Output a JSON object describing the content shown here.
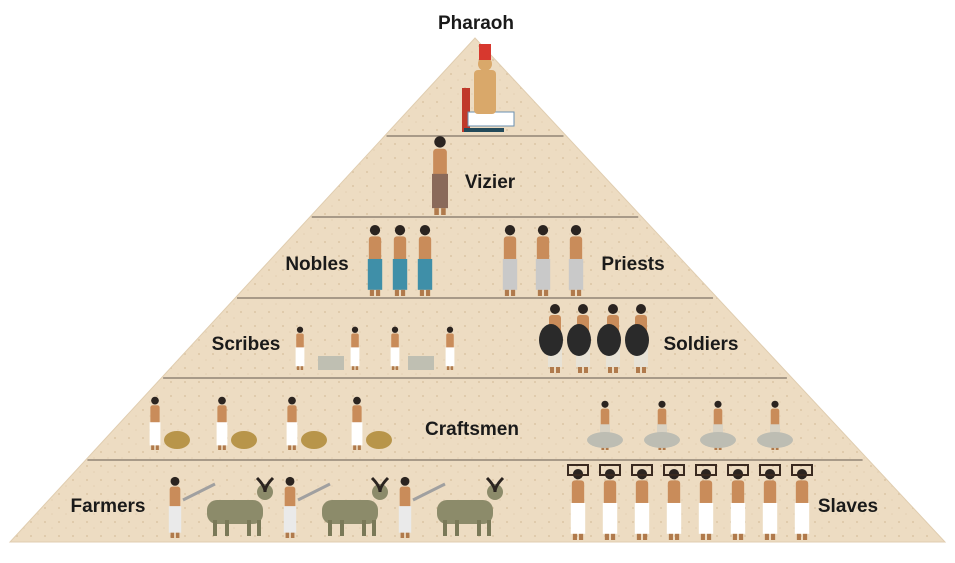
{
  "title": "Pharaoh",
  "tiers": [
    {
      "labels": [
        "Vizier"
      ]
    },
    {
      "labels": [
        "Nobles",
        "Priests"
      ]
    },
    {
      "labels": [
        "Scribes",
        "Soldiers"
      ]
    },
    {
      "labels": [
        "Craftsmen"
      ]
    },
    {
      "labels": [
        "Farmers",
        "Slaves"
      ]
    }
  ],
  "colors": {
    "stone": "#eddcc2",
    "line": "#a89a88",
    "text": "#1a1a1a"
  }
}
